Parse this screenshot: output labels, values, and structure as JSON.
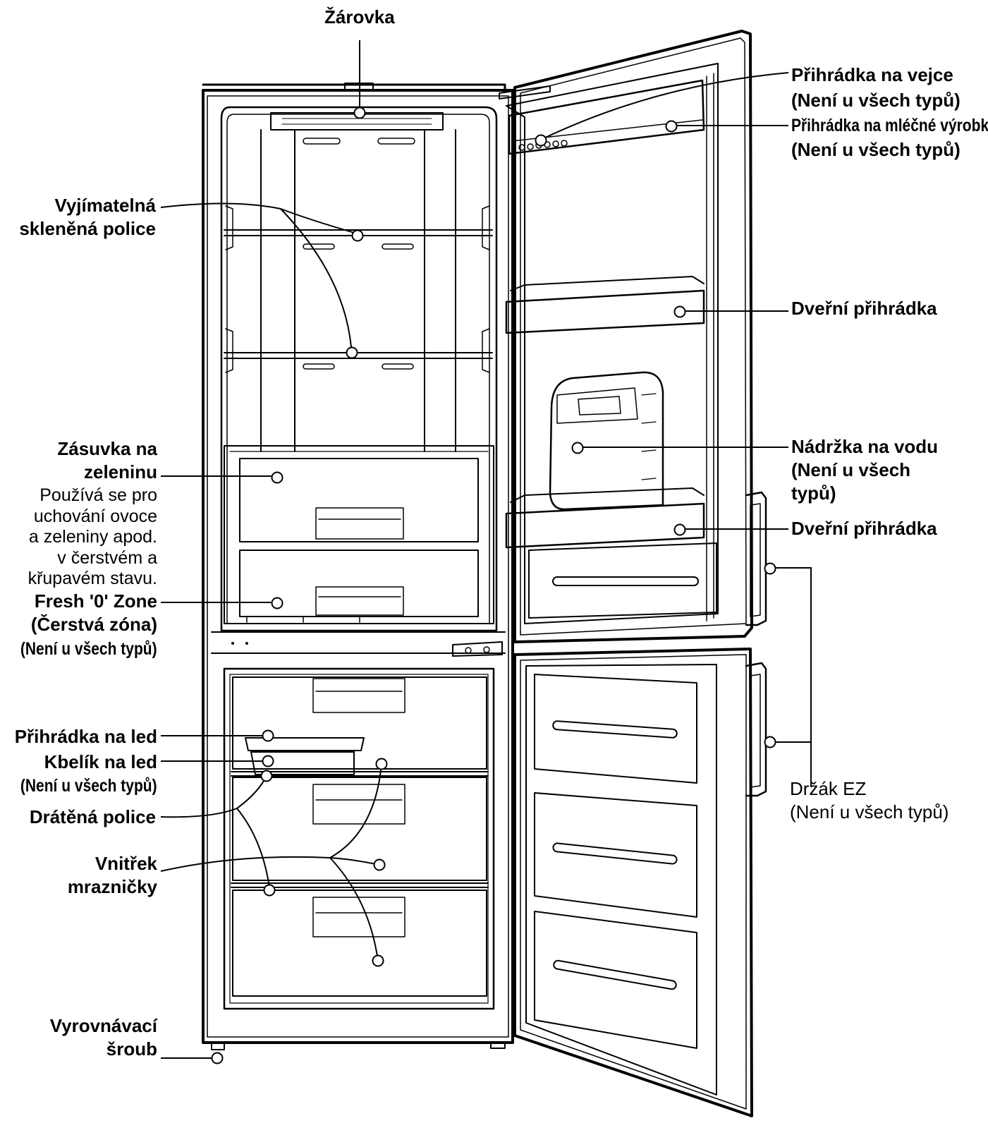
{
  "labels": {
    "bulb": "Žárovka",
    "egg_tray": "Přihrádka na vejce",
    "egg_tray_note": "(Není u všech typů)",
    "dairy": "Přihrádka na mléčné výrobky",
    "dairy_note": "(Není u všech typů)",
    "glass_shelf_1": "Vyjímatelná",
    "glass_shelf_2": "skleněná police",
    "door_bin_upper": "Dveřní přihrádka",
    "vegetable_drawer_1": "Zásuvka na",
    "vegetable_drawer_2": "zeleninu",
    "vegetable_desc": [
      "Používá se pro",
      "uchování ovoce",
      "a zeleniny apod.",
      "v čerstvém a",
      "křupavém stavu."
    ],
    "water_tank_1": "Nádržka na vodu",
    "water_tank_2": "(Není u všech",
    "water_tank_3": "typů)",
    "door_bin_lower": "Dveřní přihrádka",
    "fresh_zone_1": "Fresh '0' Zone",
    "fresh_zone_2": "(Čerstvá zóna)",
    "fresh_zone_3": "(Není u všech typů)",
    "ice_tray": "Přihrádka na led",
    "ice_bin": "Kbelík na led",
    "ice_bin_note": "(Není u všech typů)",
    "wire_shelf": "Drátěná police",
    "freezer_1": "Vnitřek",
    "freezer_2": "mrazničky",
    "handle_1": "Držák EZ",
    "handle_2": "(Není u všech typů)",
    "leveling_1": "Vyrovnávací",
    "leveling_2": "šroub"
  },
  "icons": [
    "callout-dot"
  ],
  "colors": {
    "ink": "#000000",
    "background": "#ffffff"
  }
}
